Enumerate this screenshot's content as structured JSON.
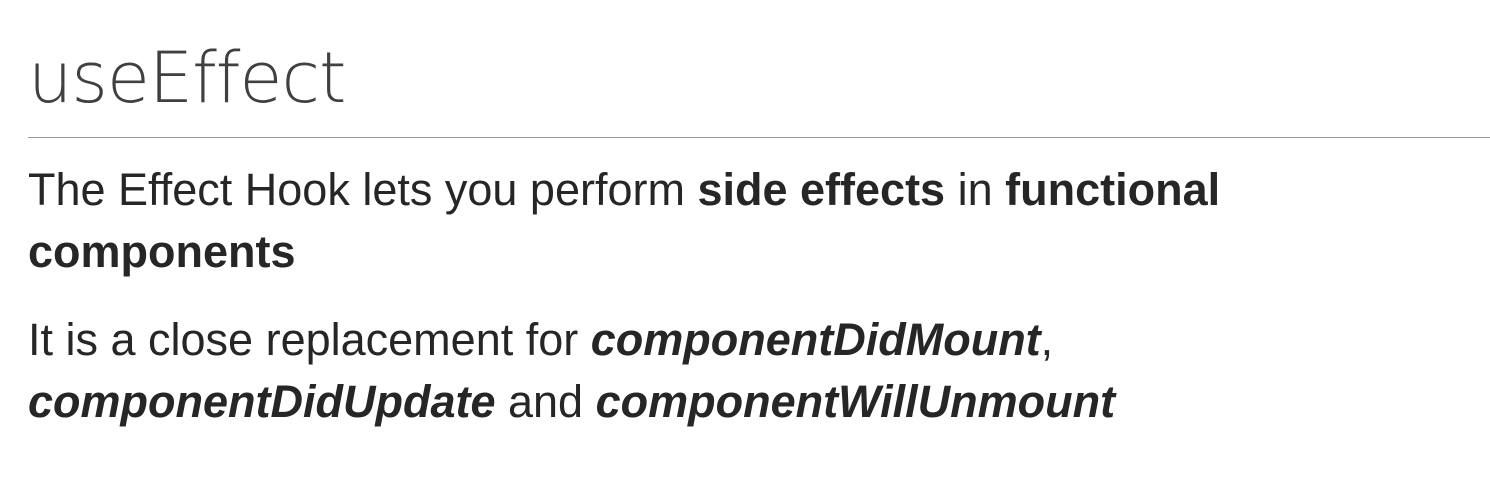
{
  "slide": {
    "title": "useEffect",
    "paragraph1": {
      "line1": {
        "t1": "The Effect Hook lets you perform ",
        "b1": "side effects",
        "t2": " in ",
        "b2": "functional"
      },
      "line2": {
        "b1": "components"
      }
    },
    "paragraph2": {
      "line1": {
        "t1": "It is a close replacement for ",
        "bi1": "componentDidMount",
        "t2": ","
      },
      "line2": {
        "bi1": "componentDidUpdate",
        "t1": " and ",
        "bi2": "componentWillUnmount"
      }
    }
  }
}
